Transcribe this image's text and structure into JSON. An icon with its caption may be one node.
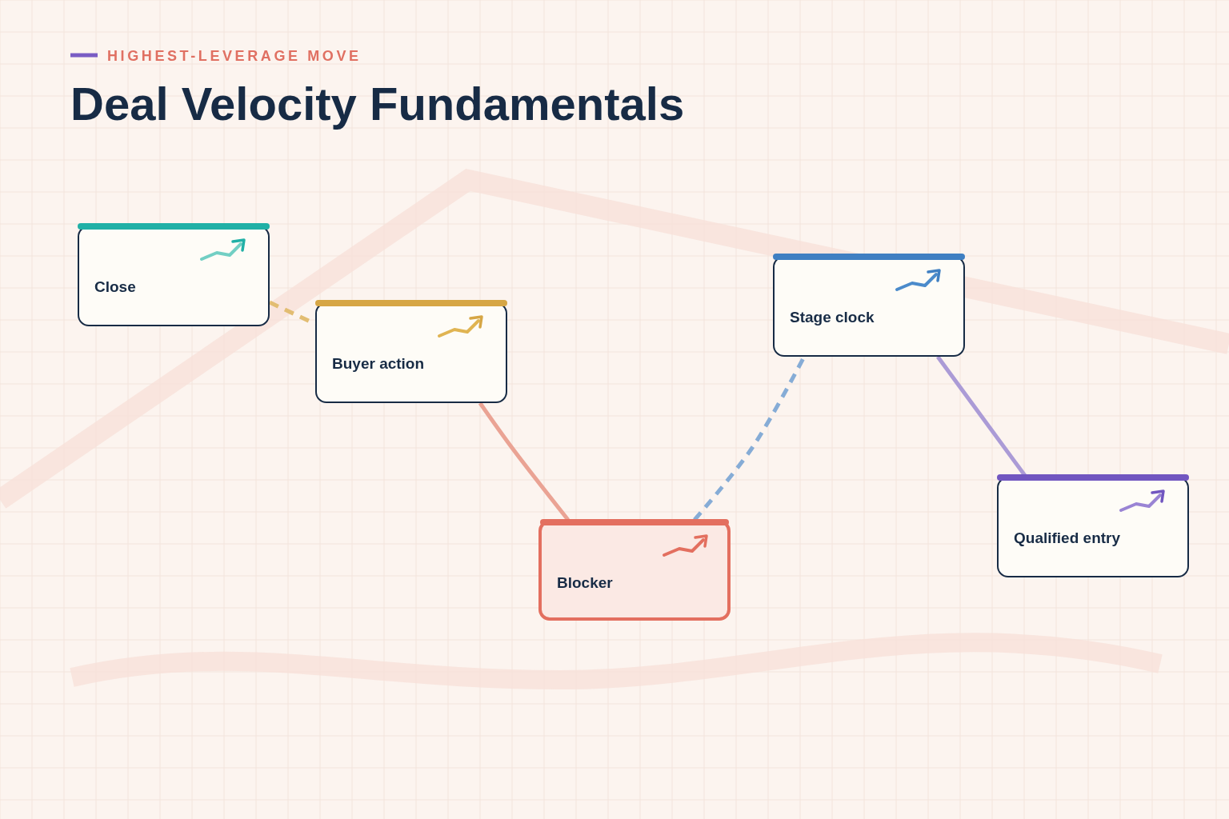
{
  "diagram": {
    "title": "Deal Velocity Fundamentals",
    "nodes": [
      {
        "text": [
          "Close"
        ]
      },
      {
        "text": [
          "Buyer action"
        ]
      },
      {
        "text": [
          "Blocker"
        ]
      },
      {
        "text": [
          "Stage clock"
        ]
      },
      {
        "text": [
          "Qualified entry"
        ]
      }
    ],
    "edges": [
      {
        "from": 0,
        "to": 1,
        "arrow": "none",
        "style": "dashed",
        "color": "#e2bd72"
      },
      {
        "from": 1,
        "to": 2,
        "arrow": "none",
        "color": "#eaa394"
      },
      {
        "from": 2,
        "to": 3,
        "arrow": "none",
        "style": "dashed",
        "color": "#86acd6"
      },
      {
        "from": 3,
        "to": 4,
        "arrow": "none",
        "color": "#ab9bd6"
      }
    ],
    "labels": [
      "HIGHEST-LEVERAGE MOVE"
    ]
  }
}
